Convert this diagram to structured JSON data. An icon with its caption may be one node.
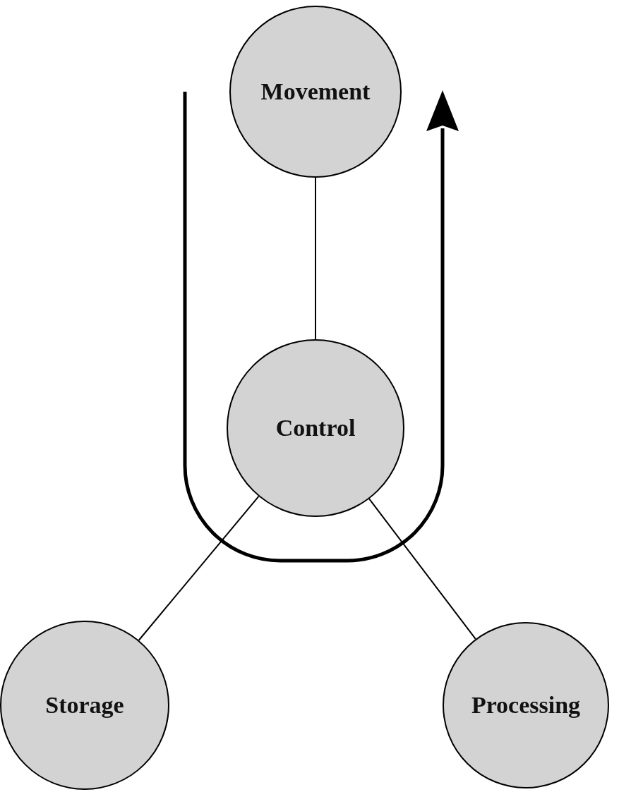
{
  "diagram": {
    "nodes": [
      {
        "text": [
          "Movement"
        ]
      },
      {
        "text": [
          "Control"
        ]
      },
      {
        "text": [
          "Storage"
        ]
      },
      {
        "text": [
          "Processing"
        ]
      }
    ],
    "edges": [
      {
        "from": 0,
        "to": 1,
        "arrow": "none"
      },
      {
        "from": 1,
        "to": 2,
        "arrow": "none"
      },
      {
        "from": 1,
        "to": 3,
        "arrow": "none"
      }
    ]
  }
}
